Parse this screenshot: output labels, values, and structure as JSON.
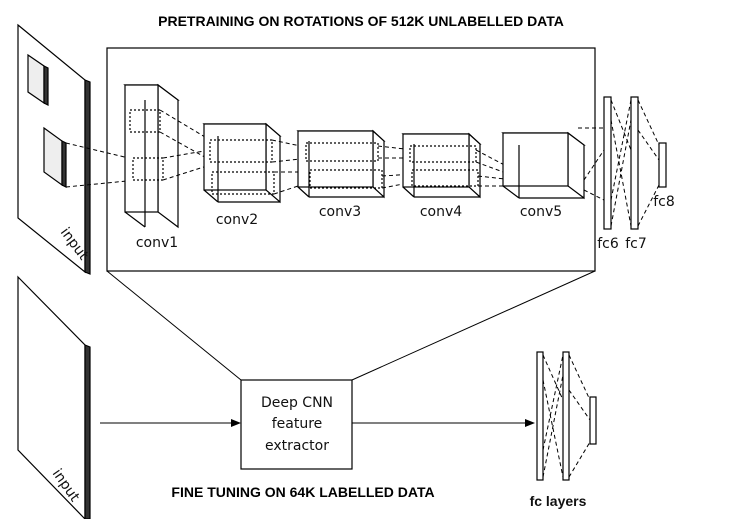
{
  "titles": {
    "pretraining": "PRETRAINING ON ROTATIONS OF 512K UNLABELLED DATA",
    "finetuning": "FINE TUNING ON 64K LABELLED DATA"
  },
  "input_labels": {
    "top": "input",
    "bottom": "input"
  },
  "layers": {
    "conv1": "conv1",
    "conv2": "conv2",
    "conv3": "conv3",
    "conv4": "conv4",
    "conv5": "conv5",
    "fc6": "fc6",
    "fc7": "fc7",
    "fc8": "fc8"
  },
  "extractor_box": {
    "line1": "Deep CNN",
    "line2": "feature",
    "line3": "extractor"
  },
  "fc_layers_label": "fc layers"
}
